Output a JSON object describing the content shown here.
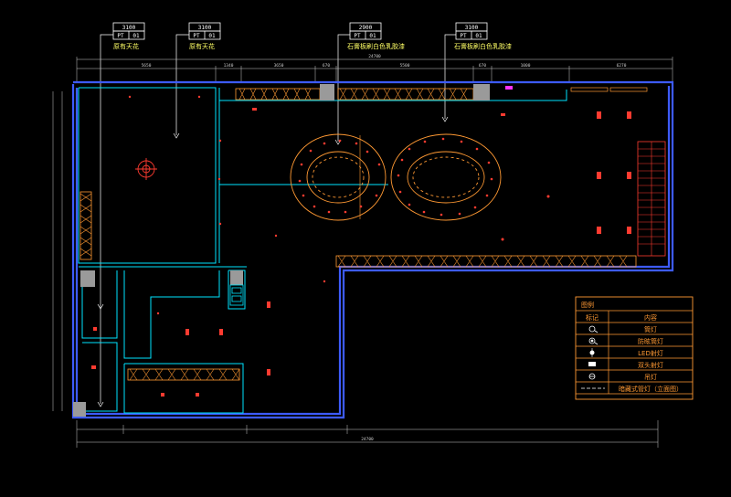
{
  "ceiling_tags": [
    {
      "elev": "3100",
      "code": "PT",
      "num": "01",
      "label": "原有天花"
    },
    {
      "elev": "3100",
      "code": "PT",
      "num": "01",
      "label": "原有天花"
    },
    {
      "elev": "2900",
      "code": "PT",
      "num": "01",
      "label": "石膏板刷白色乳胶漆"
    },
    {
      "elev": "3100",
      "code": "PT",
      "num": "01",
      "label": "石膏板刷白色乳胶漆"
    }
  ],
  "dimensions_top": [
    "5650",
    "3650",
    "1340",
    "670",
    "5500",
    "670",
    "1000",
    "6270"
  ],
  "dimension_total_top": "24700",
  "dimension_bottom": "24700",
  "legend": {
    "title": "图例",
    "header_symbol": "标记",
    "header_content": "内容",
    "items": [
      {
        "symbol": "downlight-icon",
        "label": "筒灯"
      },
      {
        "symbol": "antiglare-downlight-icon",
        "label": "防眩筒灯"
      },
      {
        "symbol": "led-spot-icon",
        "label": "LED射灯"
      },
      {
        "symbol": "double-spot-icon",
        "label": "双头射灯"
      },
      {
        "symbol": "pendant-icon",
        "label": "吊灯"
      },
      {
        "symbol": "linear-tube-icon",
        "label": "暗藏式管灯（立面图）"
      }
    ]
  },
  "colors": {
    "wall": "#3d5bff",
    "inner": "#00e5ff",
    "ellipse": "#ff9933",
    "fixture": "#ff3b30",
    "legend": "#ff9933",
    "dim": "#cccccc"
  }
}
